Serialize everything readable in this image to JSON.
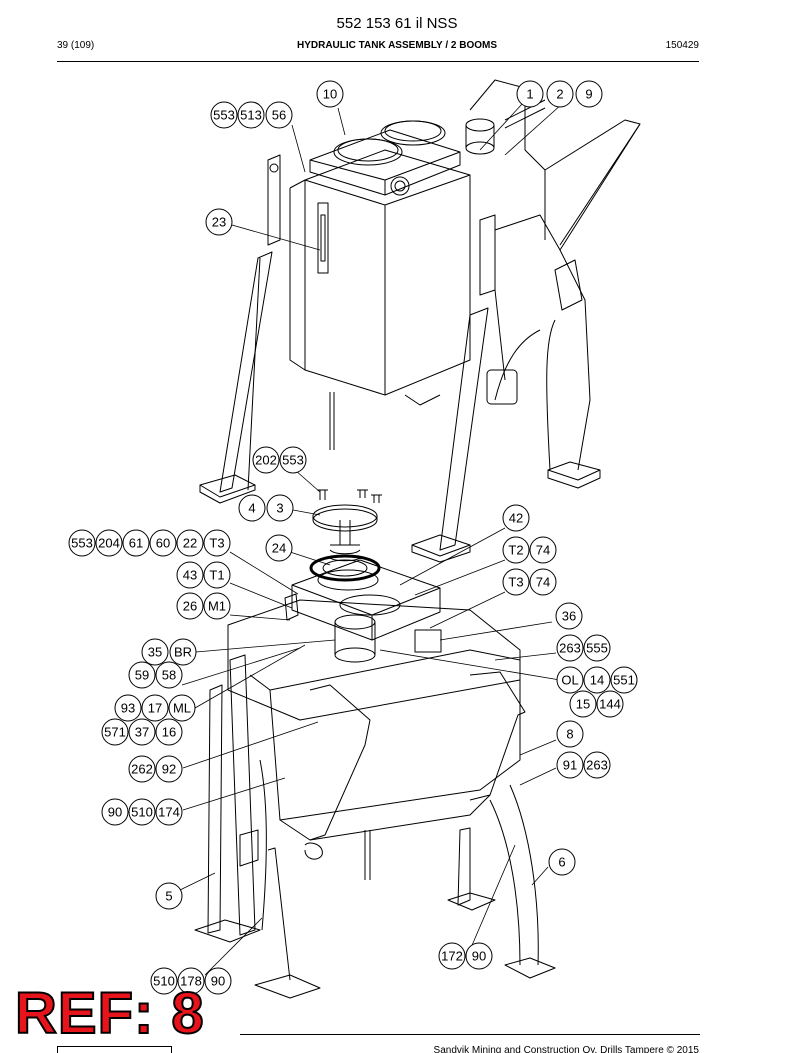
{
  "header": {
    "doc_id": "552 153 61 il NSS",
    "page": "39 (109)",
    "title": "HYDRAULIC TANK ASSEMBLY / 2 BOOMS",
    "code": "150429"
  },
  "footer": {
    "copyright": "Sandvik Mining and Construction Oy, Drills Tampere © 2015",
    "ref_label": "REF: 8"
  },
  "callouts": {
    "c10": "10",
    "c1": "1",
    "c2": "2",
    "c9": "9",
    "c553a": "553",
    "c513": "513",
    "c56": "56",
    "c23": "23",
    "c202": "202",
    "c553b": "553",
    "c4": "4",
    "c3": "3",
    "c42": "42",
    "c553c": "553",
    "c204": "204",
    "c61": "61",
    "c60": "60",
    "c22": "22",
    "cT3a": "T3",
    "c24": "24",
    "cT2": "T2",
    "c74a": "74",
    "c43": "43",
    "cT1": "T1",
    "cT3b": "T3",
    "c74b": "74",
    "c26": "26",
    "cM1": "M1",
    "c36": "36",
    "c263a": "263",
    "c555": "555",
    "c35": "35",
    "cBR": "BR",
    "c59": "59",
    "c58": "58",
    "cOL": "OL",
    "c14": "14",
    "c551": "551",
    "c15": "15",
    "c144": "144",
    "c93": "93",
    "c17": "17",
    "cML": "ML",
    "c571": "571",
    "c37": "37",
    "c16": "16",
    "c8": "8",
    "c262": "262",
    "c92": "92",
    "c91": "91",
    "c263b": "263",
    "c90a": "90",
    "c510a": "510",
    "c174": "174",
    "c6": "6",
    "c5": "5",
    "c172": "172",
    "c90b": "90",
    "c510b": "510",
    "c178": "178",
    "c90c": "90"
  }
}
